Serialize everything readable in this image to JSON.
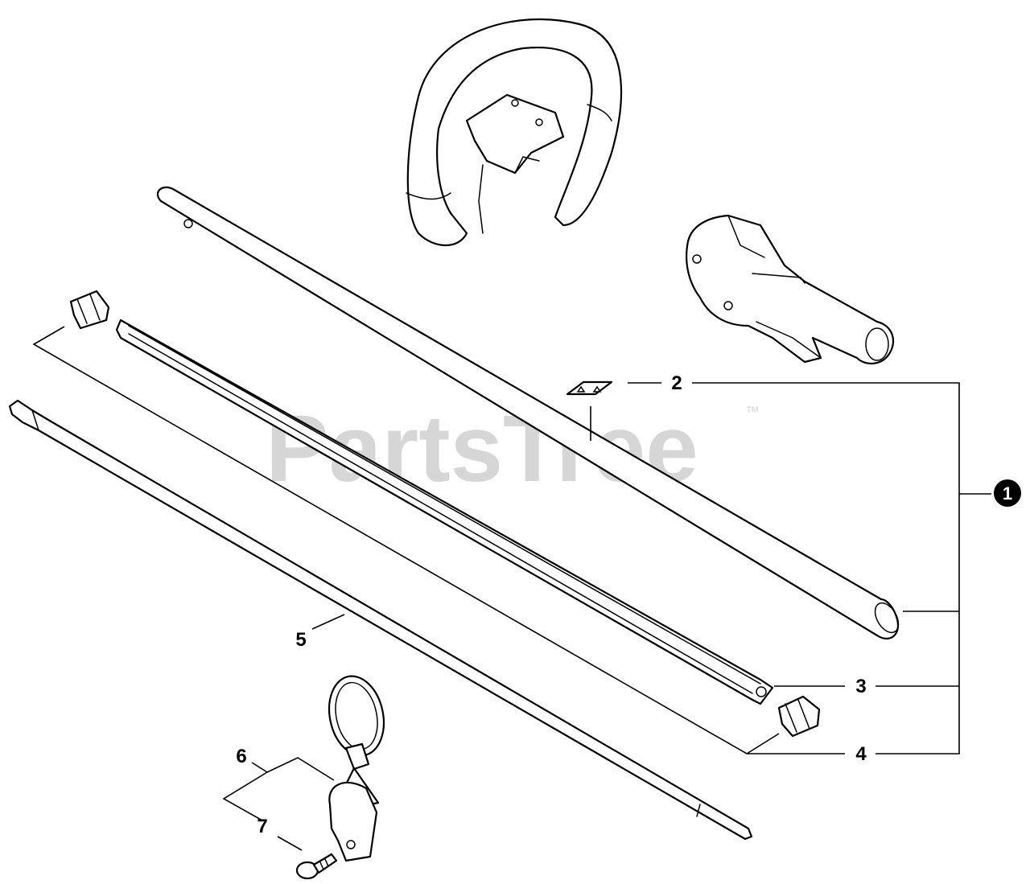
{
  "watermark": {
    "text": "PartsTree",
    "trademark": "™"
  },
  "callouts": [
    {
      "id": "1",
      "text": "1",
      "style": "filled-circle"
    },
    {
      "id": "2",
      "text": "2"
    },
    {
      "id": "3",
      "text": "3"
    },
    {
      "id": "4",
      "text": "4"
    },
    {
      "id": "5",
      "text": "5"
    },
    {
      "id": "6",
      "text": "6"
    },
    {
      "id": "7",
      "text": "7"
    }
  ],
  "colors": {
    "line": "#000000",
    "watermark": "#d6d6d6",
    "background": "#ffffff"
  },
  "parts": [
    "handle-icon",
    "throttle-housing-icon",
    "shaft-tube-icon",
    "liner-icon",
    "bushing-icon",
    "drive-shaft-icon",
    "label-decal-icon",
    "hanger-ring-icon",
    "bolt-icon"
  ]
}
